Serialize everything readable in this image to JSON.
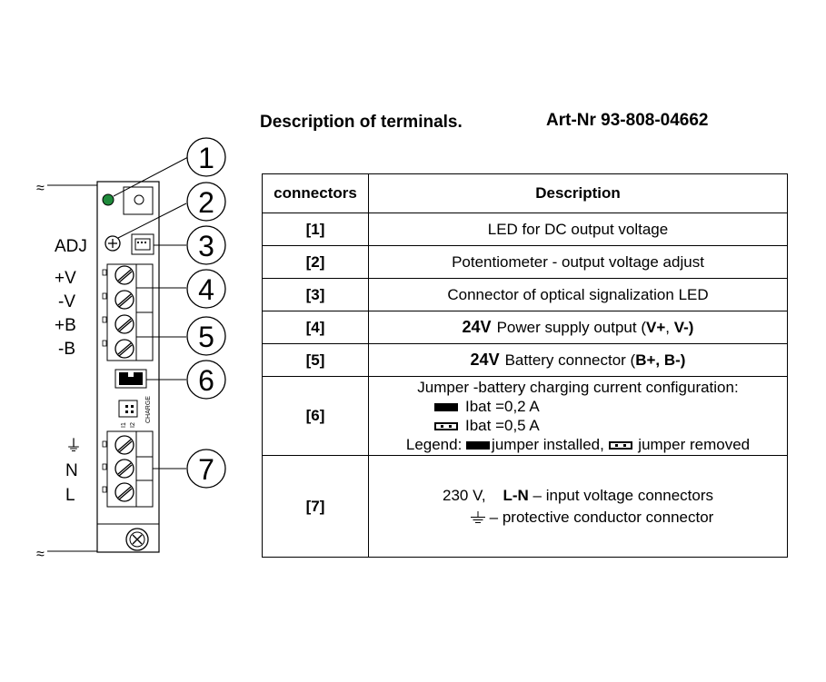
{
  "header": {
    "title": "Description of terminals.",
    "art_nr": "Art-Nr 93-808-04662"
  },
  "diagram": {
    "labels": {
      "adj": "ADJ",
      "plus_v": "+V",
      "minus_v": "-V",
      "plus_b": "+B",
      "minus_b": "-B",
      "n": "N",
      "l": "L",
      "charge": "CHARGE",
      "i1": "I1",
      "i2": "I2"
    },
    "callouts": [
      "1",
      "2",
      "3",
      "4",
      "5",
      "6",
      "7"
    ],
    "led_color": "#1f8a3b"
  },
  "table": {
    "headers": {
      "connectors": "connectors",
      "description": "Description"
    },
    "rows": [
      {
        "conn": "[1]",
        "desc": "LED for DC output voltage"
      },
      {
        "conn": "[2]",
        "desc": "Potentiometer - output voltage adjust"
      },
      {
        "conn": "[3]",
        "desc": "Connector of optical signalization LED"
      },
      {
        "conn": "[4]",
        "voltage": "24V",
        "desc": "Power supply output (",
        "bold1": "V+",
        "sep": ", ",
        "bold2": "V-)"
      },
      {
        "conn": "[5]",
        "voltage": "24V",
        "desc": "Battery connector  (",
        "bold": "B+, B-)"
      },
      {
        "conn": "[6]",
        "line1": "Jumper -battery charging current configuration:",
        "line2": "Ibat =0,2 A",
        "line3": "Ibat =0,5 A",
        "legend_prefix": "Legend:",
        "legend_installed": "jumper installed,",
        "legend_removed": " jumper removed"
      },
      {
        "conn": "[7]",
        "line1_a": "230 V,",
        "line1_b": "L-N",
        "line1_c": " – input voltage connectors",
        "line2": "– protective conductor connector"
      }
    ]
  }
}
